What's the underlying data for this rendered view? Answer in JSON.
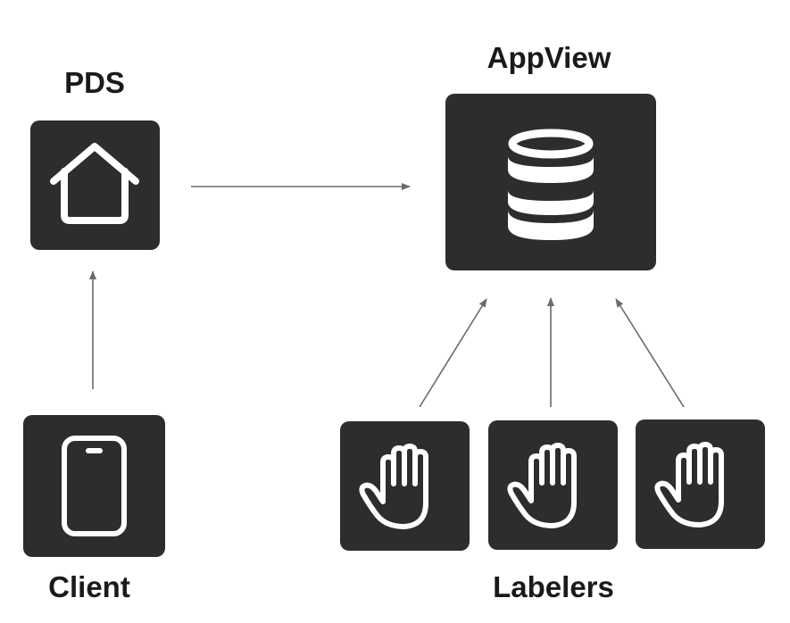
{
  "diagram": {
    "nodes": {
      "pds": {
        "label": "PDS",
        "icon": "house-icon"
      },
      "appview": {
        "label": "AppView",
        "icon": "database-icon"
      },
      "client": {
        "label": "Client",
        "icon": "phone-icon"
      },
      "labelers": {
        "label": "Labelers",
        "icon": "raised-hand-icon"
      }
    },
    "colors": {
      "node_fill": "#2d2d2d",
      "icon_stroke": "#ffffff",
      "arrow": "#6b6b6b",
      "label_text": "#1a1a1a"
    }
  }
}
